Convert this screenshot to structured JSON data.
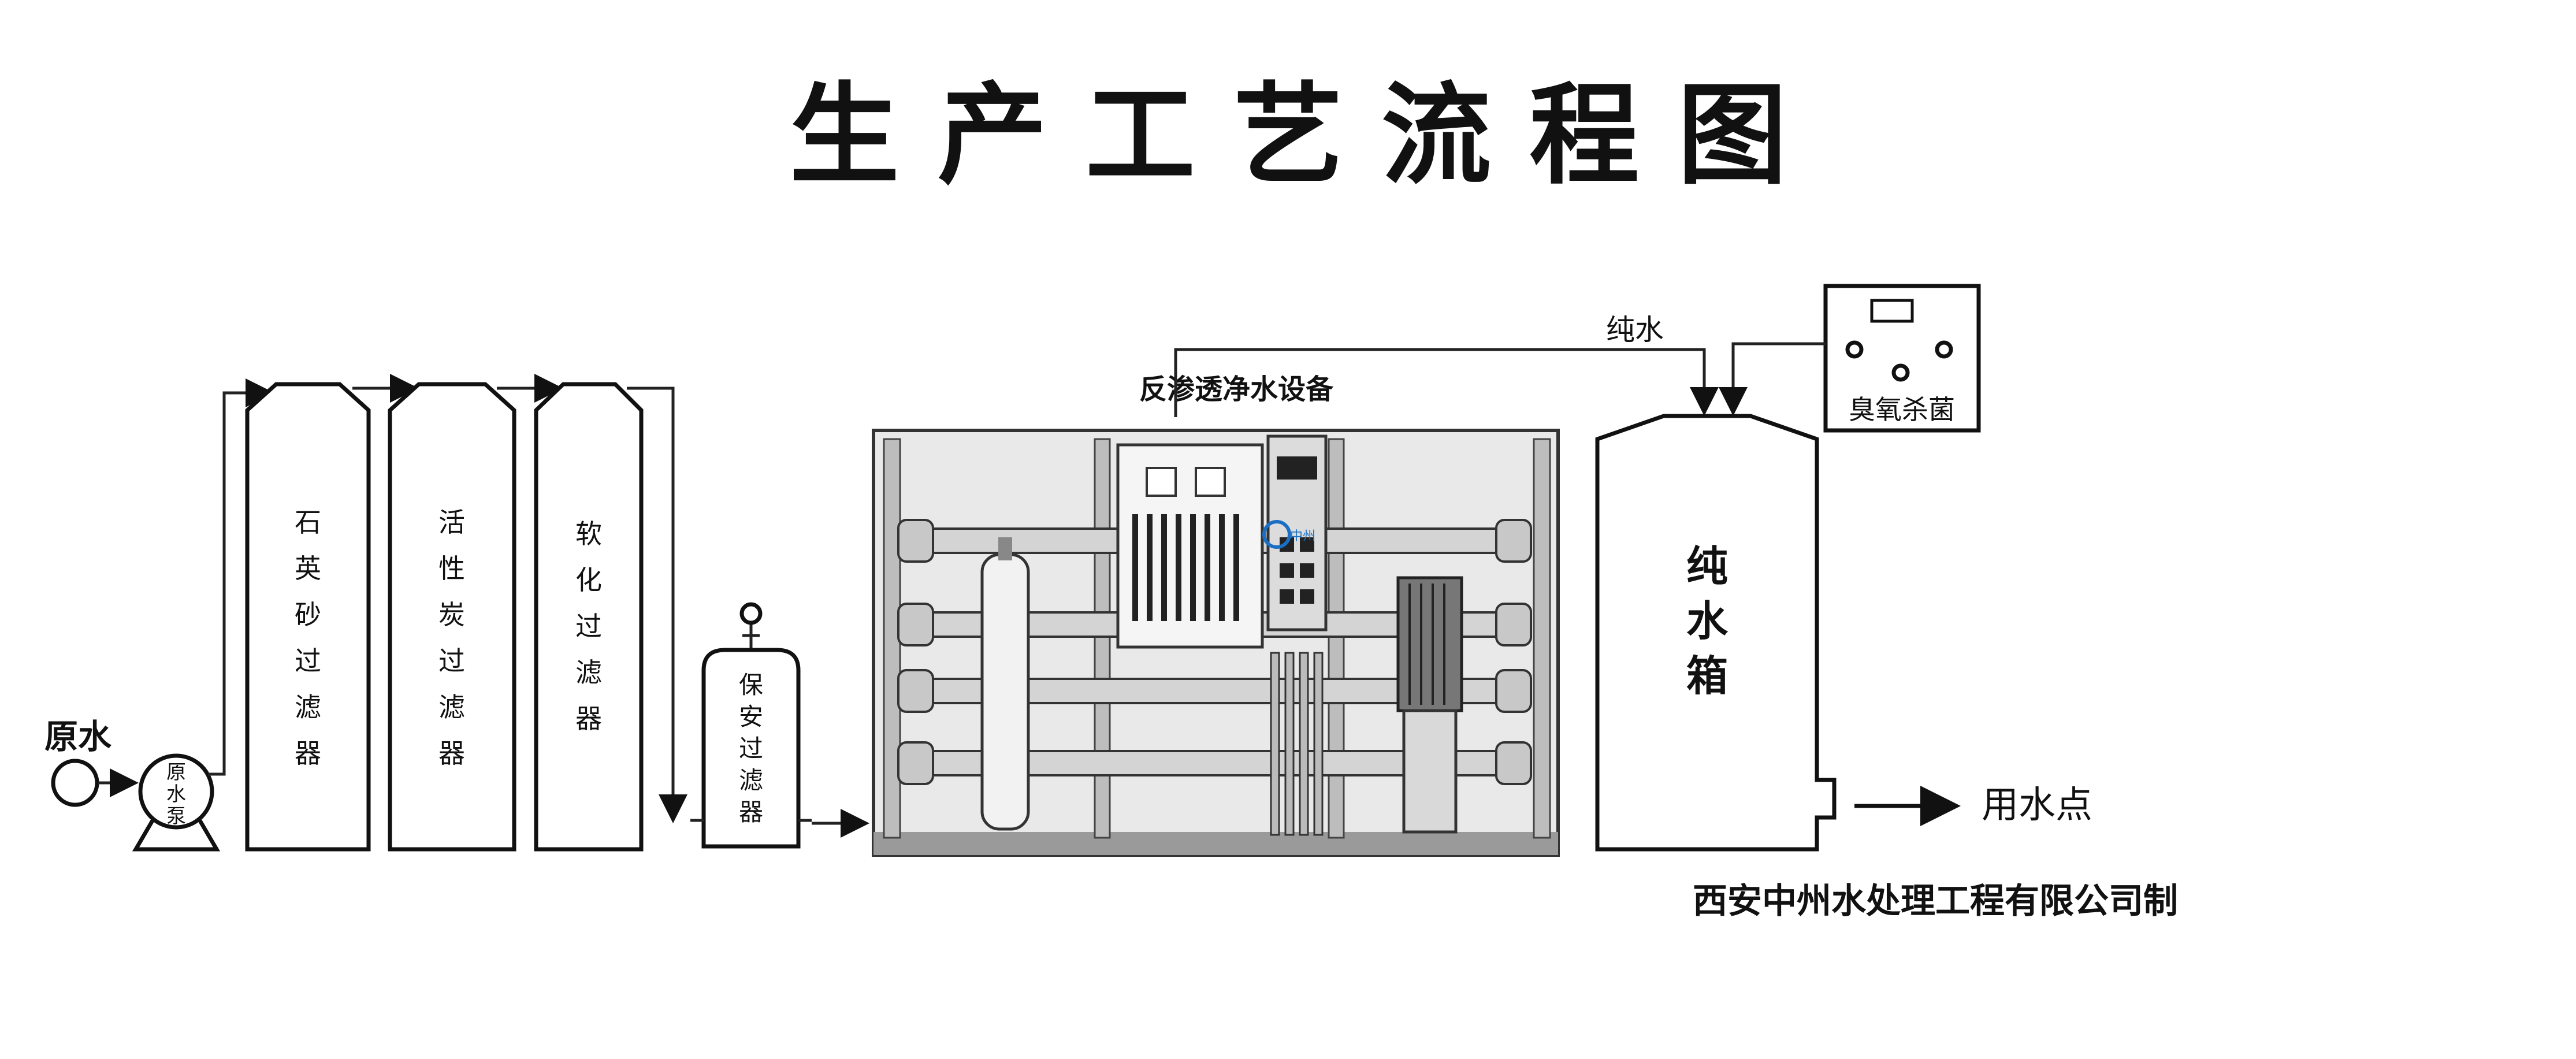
{
  "title": "生 产 工 艺 流 程 图",
  "raw_water": "原水",
  "pump_label": [
    "原",
    "水",
    "泵"
  ],
  "filters": [
    {
      "name": [
        "石",
        "英",
        "砂",
        "过",
        "滤",
        "器"
      ]
    },
    {
      "name": [
        "活",
        "性",
        "炭",
        "过",
        "滤",
        "器"
      ]
    },
    {
      "name": [
        "软",
        "化",
        "过",
        "滤",
        "器"
      ]
    }
  ],
  "security_filter": [
    "保",
    "安",
    "过",
    "滤",
    "器"
  ],
  "ro_label": "反渗透净水设备",
  "ro_logo": "中州",
  "pure_water_line": "纯水",
  "ozone_label": "臭氧杀菌",
  "tank_label": [
    "纯",
    "水",
    "箱"
  ],
  "use_point": "用水点",
  "company": "西安中州水处理工程有限公司制",
  "colors": {
    "line": "#111111",
    "logo": "#1a6fc4"
  }
}
